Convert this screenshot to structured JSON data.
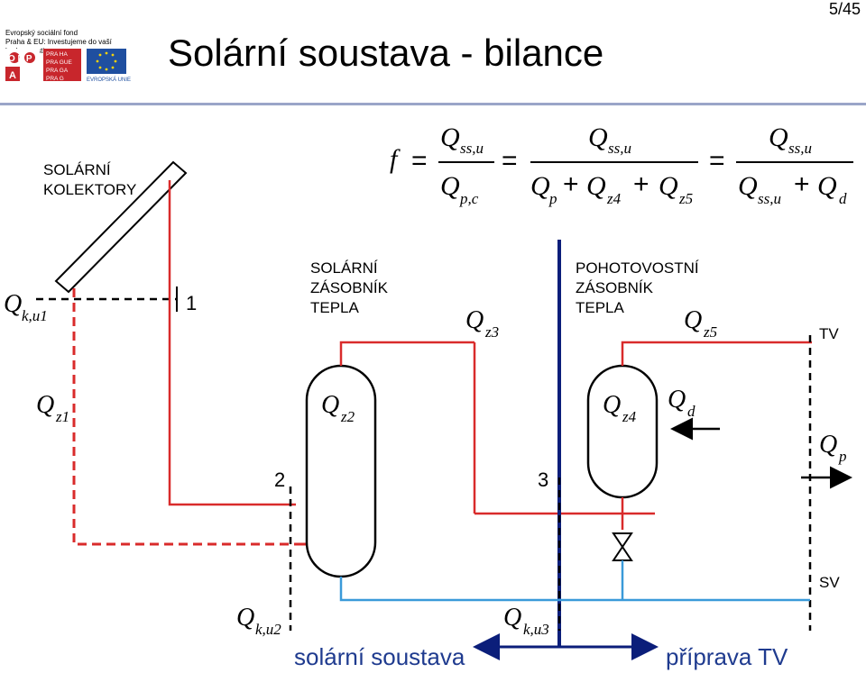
{
  "header": {
    "logo_line1": "Evropský sociální fond",
    "logo_line2": "Praha & EU: Investujeme do vaší budoucnosti",
    "logo_opp": [
      "O P P",
      "A"
    ],
    "logo_praha": [
      "PRA HA",
      "PRA GUE",
      "PRA GA",
      "PRA G"
    ],
    "logo_eu": "EVROPSKÁ UNIE",
    "title": "Solární soustava - bilance",
    "page": "5/45"
  },
  "formula": {
    "f": "f",
    "eq": "=",
    "frac1_num": {
      "base": "Q",
      "sub": "ss,u"
    },
    "frac1_den": {
      "base": "Q",
      "sub": "p,c"
    },
    "frac2_num": {
      "base": "Q",
      "sub": "ss,u"
    },
    "frac2_den": [
      {
        "base": "Q",
        "sub": "p"
      },
      {
        "base": "Q",
        "sub": "z4"
      },
      {
        "base": "Q",
        "sub": "z5"
      }
    ],
    "frac3_num": {
      "base": "Q",
      "sub": "ss,u"
    },
    "frac3_den": [
      {
        "base": "Q",
        "sub": "ss,u"
      },
      {
        "base": "Q",
        "sub": "d"
      }
    ],
    "plus": "+"
  },
  "labels": {
    "collectors": [
      "SOLÁRNÍ",
      "KOLEKTORY"
    ],
    "storage": [
      "SOLÁRNÍ",
      "ZÁSOBNÍK",
      "TEPLA"
    ],
    "standby": [
      "POHOTOVOSTNÍ",
      "ZÁSOBNÍK",
      "TEPLA"
    ],
    "tv": "TV",
    "sv": "SV",
    "n1": "1",
    "n2": "2",
    "n3": "3",
    "solar_system": "solární soustava",
    "dhw_prep": "příprava TV"
  },
  "quantities": {
    "qku1": {
      "base": "Q",
      "sub": "k,u1"
    },
    "qz1": {
      "base": "Q",
      "sub": "z1"
    },
    "qz2": {
      "base": "Q",
      "sub": "z2"
    },
    "qz3": {
      "base": "Q",
      "sub": "z3"
    },
    "qz4": {
      "base": "Q",
      "sub": "z4"
    },
    "qz5": {
      "base": "Q",
      "sub": "z5"
    },
    "qd": {
      "base": "Q",
      "sub": "d"
    },
    "qp": {
      "base": "Q",
      "sub": "p"
    },
    "qku2": {
      "base": "Q",
      "sub": "k,u2"
    },
    "qku3": {
      "base": "Q",
      "sub": "k,u3"
    }
  },
  "colors": {
    "hot": "#d92b2b",
    "cold": "#3a9ad9",
    "boundary": "#0b1e7a",
    "header_line": "#9aa5c8",
    "logo_red": "#c8262c",
    "logo_blue": "#1f4fa0"
  }
}
